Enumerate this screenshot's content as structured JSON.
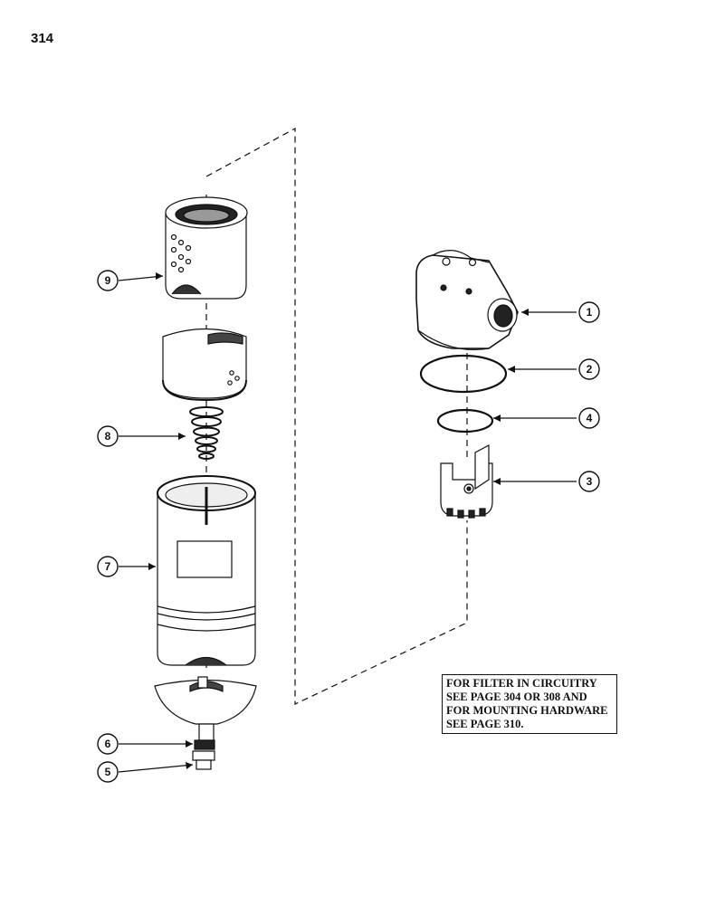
{
  "page": {
    "number": "314"
  },
  "callouts": [
    {
      "id": "callout-1",
      "label": "1"
    },
    {
      "id": "callout-2",
      "label": "2"
    },
    {
      "id": "callout-3",
      "label": "3"
    },
    {
      "id": "callout-4",
      "label": "4"
    },
    {
      "id": "callout-5",
      "label": "5"
    },
    {
      "id": "callout-6",
      "label": "6"
    },
    {
      "id": "callout-7",
      "label": "7"
    },
    {
      "id": "callout-8",
      "label": "8"
    },
    {
      "id": "callout-9",
      "label": "9"
    }
  ],
  "note": {
    "lines": [
      "FOR FILTER IN CIRCUITRY",
      "SEE PAGE 304 OR 308 AND",
      "FOR MOUNTING HARDWARE",
      "SEE PAGE 310."
    ]
  }
}
